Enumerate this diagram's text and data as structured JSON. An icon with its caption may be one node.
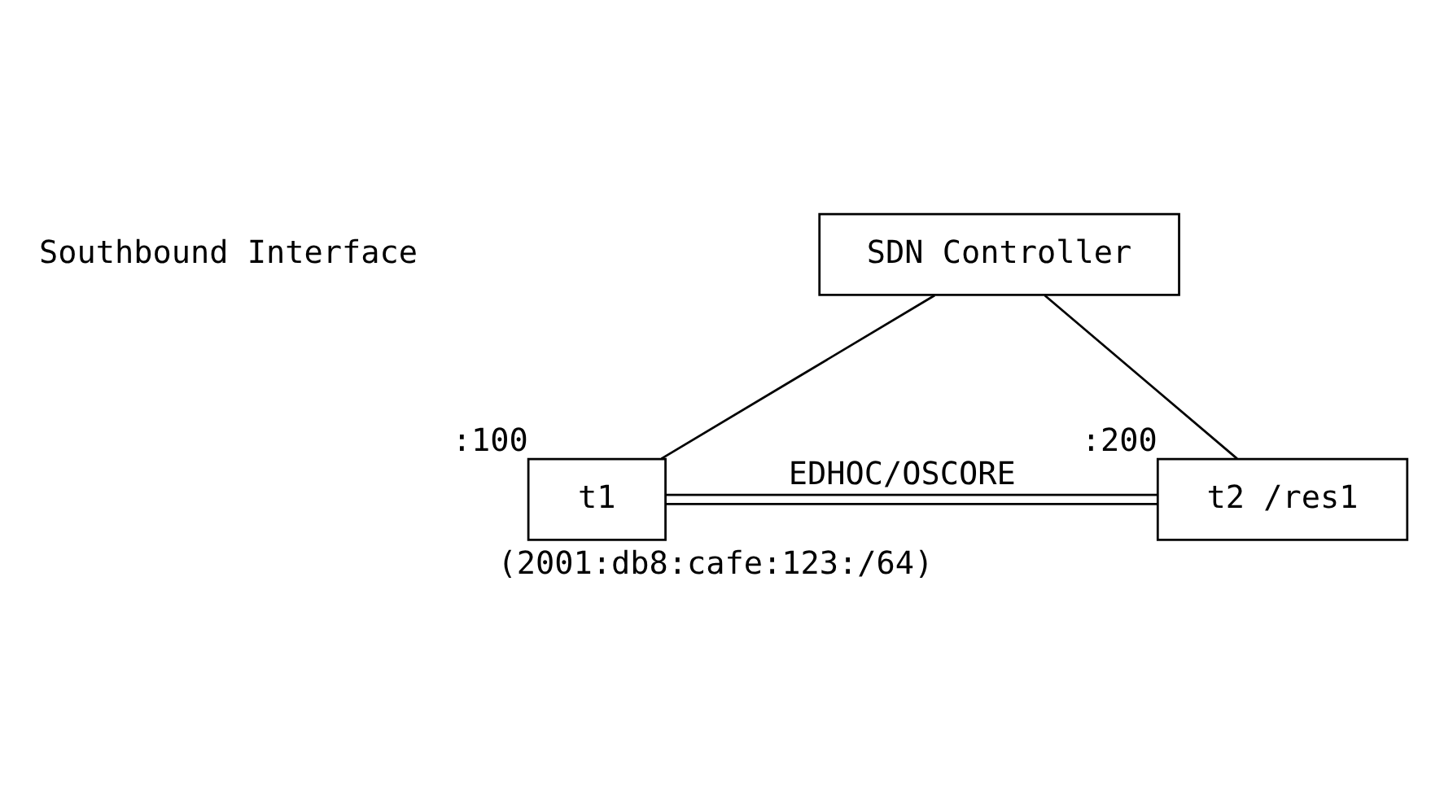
{
  "diagram": {
    "caption": "(2001:db8:cafe:123:/64)",
    "nodes": [
      {
        "text": [
          "SDN Controller"
        ]
      },
      {
        "text": [
          "t1"
        ],
        "beside": [
          ":100"
        ]
      },
      {
        "text": [
          "t2 /res1"
        ],
        "beside": [
          ":200"
        ]
      }
    ],
    "edges": [
      {
        "from": 0,
        "to": 1,
        "arrow": "none"
      },
      {
        "from": 0,
        "to": 2,
        "arrow": "none"
      },
      {
        "from": 1,
        "to": 2,
        "arrow": "none",
        "label": "EDHOC/OSCORE"
      }
    ],
    "labels": [
      "Southbound Interface"
    ]
  }
}
